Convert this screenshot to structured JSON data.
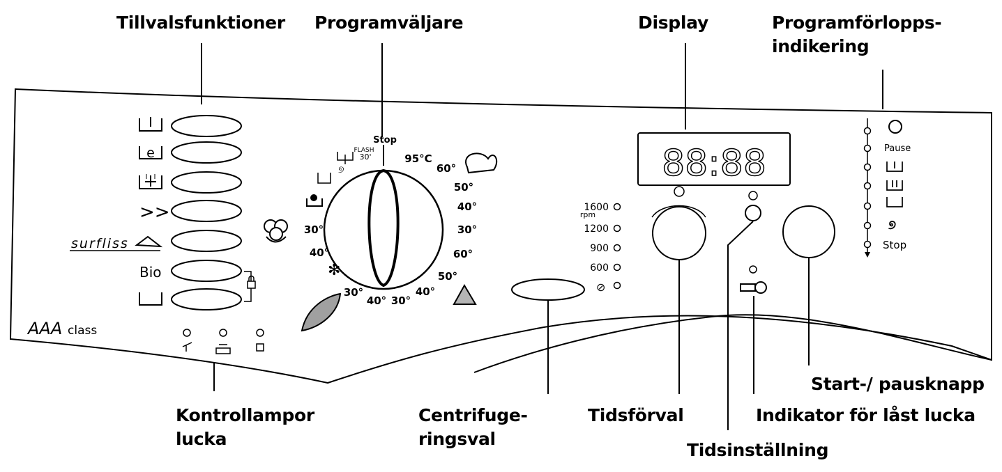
{
  "callouts": {
    "tillval": "Tillvalsfunktioner",
    "programvaljare": "Programväljare",
    "display": "Display",
    "programforlopp_line1": "Programförlopps-",
    "programforlopp_line2": "indikering",
    "kontrollampor_line1": "Kontrollampor",
    "kontrollampor_line2": "lucka",
    "centrifug_line1": "Centrifuge-",
    "centrifug_line2": "ringsval",
    "tidsforval": "Tidsförval",
    "tidsinstallning": "Tidsinställning",
    "indikator": "Indikator för låst lucka",
    "start": "Start-/ pausknapp"
  },
  "options": {
    "surfliss": "surfliss",
    "bio": "Bio"
  },
  "brand": {
    "energy_class": "class",
    "aaa": "AAA"
  },
  "dial": {
    "stop": "Stop",
    "flash_line1": "FLASH",
    "flash_line2": "30'",
    "labels_right": [
      "95°C",
      "60°",
      "50°",
      "40°",
      "30°",
      "60°",
      "50°",
      "40°"
    ],
    "labels_bottom": [
      "30°",
      "40°",
      "30°"
    ],
    "labels_left": [
      "30°",
      "40°"
    ]
  },
  "spin": {
    "rpm_values": [
      "1600",
      "1200",
      "900",
      "600"
    ],
    "rpm_unit": "rpm"
  },
  "display": {
    "digits": "88:88"
  },
  "progress": {
    "pause": "Pause",
    "stop": "Stop"
  },
  "icons": {
    "option_icons": [
      "prewash-icon",
      "eco-icon",
      "extra-rinse-icon",
      "quick-icon",
      "easy-iron-icon",
      "bio-text",
      "no-spin-icon"
    ],
    "door_lamps": [
      "water-tap-icon",
      "detergent-icon",
      "door-lock-icon"
    ]
  },
  "colors": {
    "line": "#000000",
    "background": "#ffffff",
    "triangle": "#b5b5b5",
    "leaf": "#a0a0a0"
  }
}
